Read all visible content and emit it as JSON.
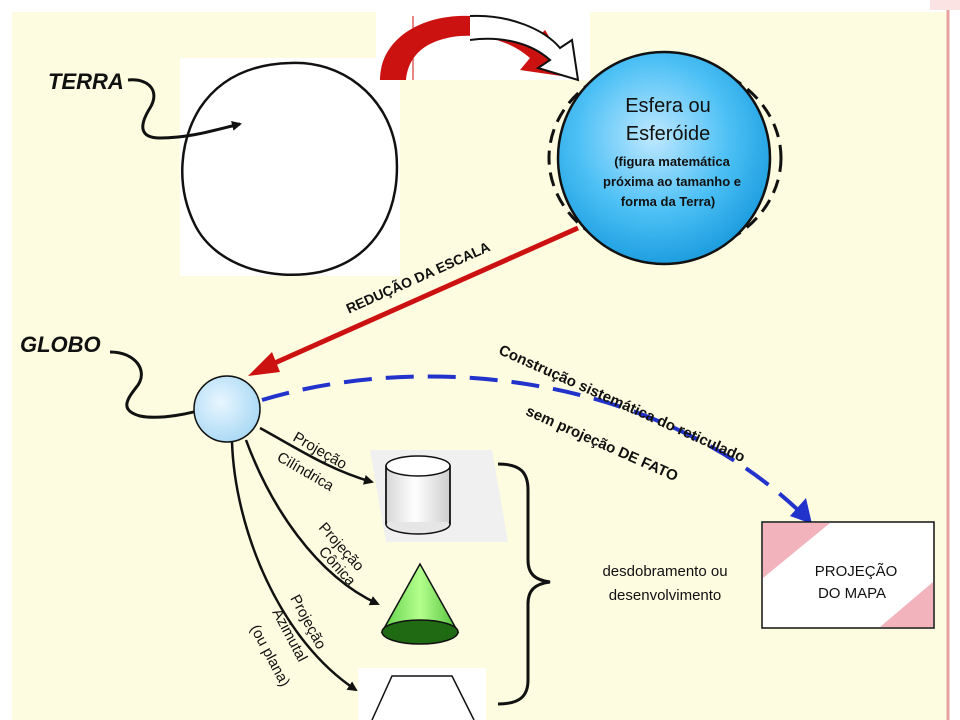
{
  "labels": {
    "terra": "TERRA",
    "globo": "GLOBO",
    "esfera_line1": "Esfera ou",
    "esfera_line2": "Esferóide",
    "esfera_desc1": "(figura matemática",
    "esfera_desc2": "próxima ao tamanho e",
    "esfera_desc3": "forma da Terra)",
    "reducao": "REDUÇÃO DA ESCALA",
    "construcao": "Construção sistemática do reticulado",
    "sem_projecao": "sem projeção DE FATO",
    "proj_cil_1": "Projeção",
    "proj_cil_2": "Cilíndrica",
    "proj_con_1": "Projeção",
    "proj_con_2": "Cônica",
    "proj_az_1": "Projeção",
    "proj_az_2": "Azimutal",
    "proj_az_3": "(ou plana)",
    "desdobramento_1": "desdobramento ou",
    "desdobramento_2": "desenvolvimento",
    "mapa_1": "PROJEÇÃO",
    "mapa_2": "DO MAPA"
  },
  "colors": {
    "background": "#fdfbe0",
    "frame_border": "#e8a0a0",
    "sphere_fill": "#2ab0ee",
    "globe_fill": "#c8e8f8",
    "reduction_arrow": "#cc1111",
    "construction_arrow": "#2233cc",
    "cone_fill": "#88ee66",
    "map_corner": "#f2b3bc"
  }
}
